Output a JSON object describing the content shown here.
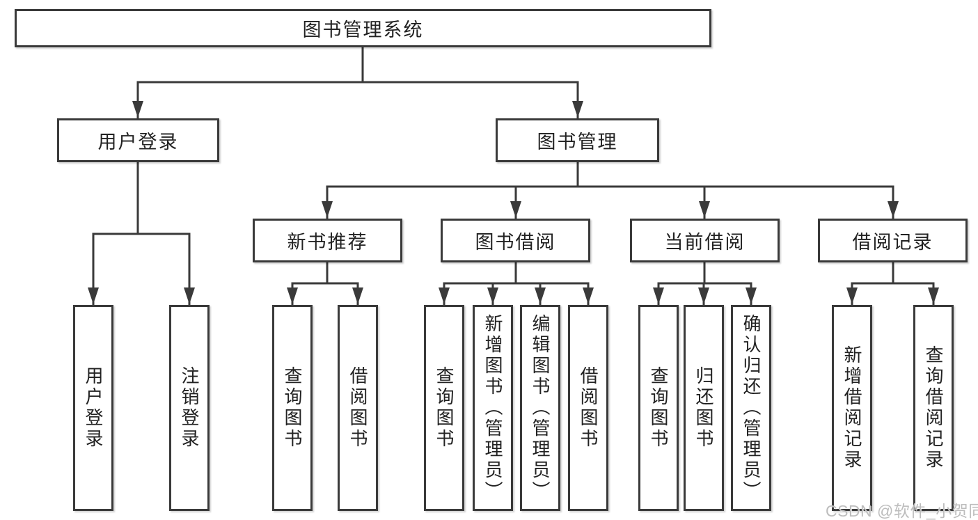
{
  "tree": {
    "root": "图书管理系统",
    "branches": [
      {
        "label": "用户登录",
        "children": [
          "用户登录",
          "注销登录"
        ]
      },
      {
        "label": "图书管理",
        "groups": [
          {
            "label": "新书推荐",
            "children": [
              "查询图书",
              "借阅图书"
            ]
          },
          {
            "label": "图书借阅",
            "children": [
              "查询图书",
              "新增图书（管理员）",
              "编辑图书（管理员）",
              "借阅图书"
            ]
          },
          {
            "label": "当前借阅",
            "children": [
              "查询图书",
              "归还图书",
              "确认归还（管理员）"
            ]
          },
          {
            "label": "借阅记录",
            "children": [
              "新增借阅记录",
              "查询借阅记录"
            ]
          }
        ]
      }
    ]
  },
  "watermark": {
    "text": "CSDN @软件_小贺同学"
  },
  "colors": {
    "line": "#3a3a3a",
    "box_border": "#3a3a3a",
    "text": "#222222",
    "watermark": "#bdbdbd",
    "background": "#ffffff"
  }
}
